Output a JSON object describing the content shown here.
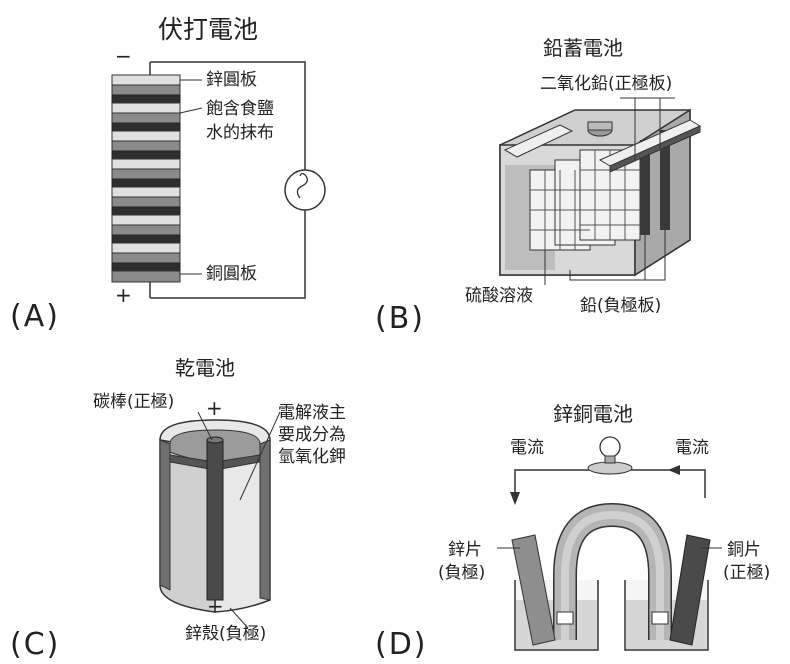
{
  "panels": {
    "a": {
      "letter": "(A)",
      "title": "伏打電池",
      "minus": "−",
      "plus": "+",
      "zinc": "鋅圓板",
      "cloth_1": "飽含食鹽",
      "cloth_2": "水的抹布",
      "copper": "銅圓板"
    },
    "b": {
      "letter": "(B)",
      "title": "鉛蓄電池",
      "positive": "二氧化鉛(正極板)",
      "acid": "硫酸溶液",
      "negative": "鉛(負極板)"
    },
    "c": {
      "letter": "(C)",
      "title": "乾電池",
      "rod": "碳棒(正極)",
      "plus": "+",
      "minus": "−",
      "elec_1": "電解液主",
      "elec_2": "要成分為",
      "elec_3": "氫氧化鉀",
      "shell": "鋅殼(負極)"
    },
    "d": {
      "letter": "(D)",
      "title": "鋅銅電池",
      "current_left": "電流",
      "current_right": "電流",
      "zn_1": "鋅片",
      "zn_2": "(負極)",
      "cu_1": "銅片",
      "cu_2": "(正極)"
    }
  }
}
